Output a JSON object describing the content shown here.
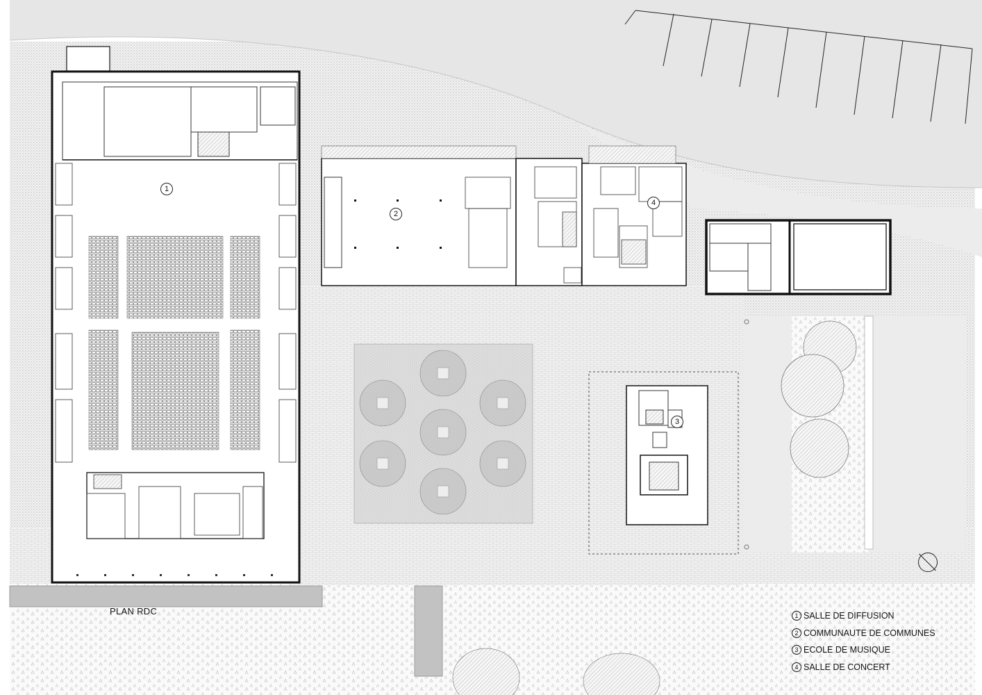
{
  "plan_title": "PLAN RDC",
  "legend": [
    {
      "num": "1",
      "label": "SALLE DE DIFFUSION"
    },
    {
      "num": "2",
      "label": "COMMUNAUTE DE COMMUNES"
    },
    {
      "num": "3",
      "label": "ECOLE DE MUSIQUE"
    },
    {
      "num": "4",
      "label": "SALLE DE CONCERT"
    }
  ],
  "plan_labels": {
    "l1": "1",
    "l2": "2",
    "l3": "3",
    "l4": "4"
  },
  "colors": {
    "ground": "#e4e4e4",
    "wall": "#111111",
    "paving": "#d0d0d0"
  }
}
